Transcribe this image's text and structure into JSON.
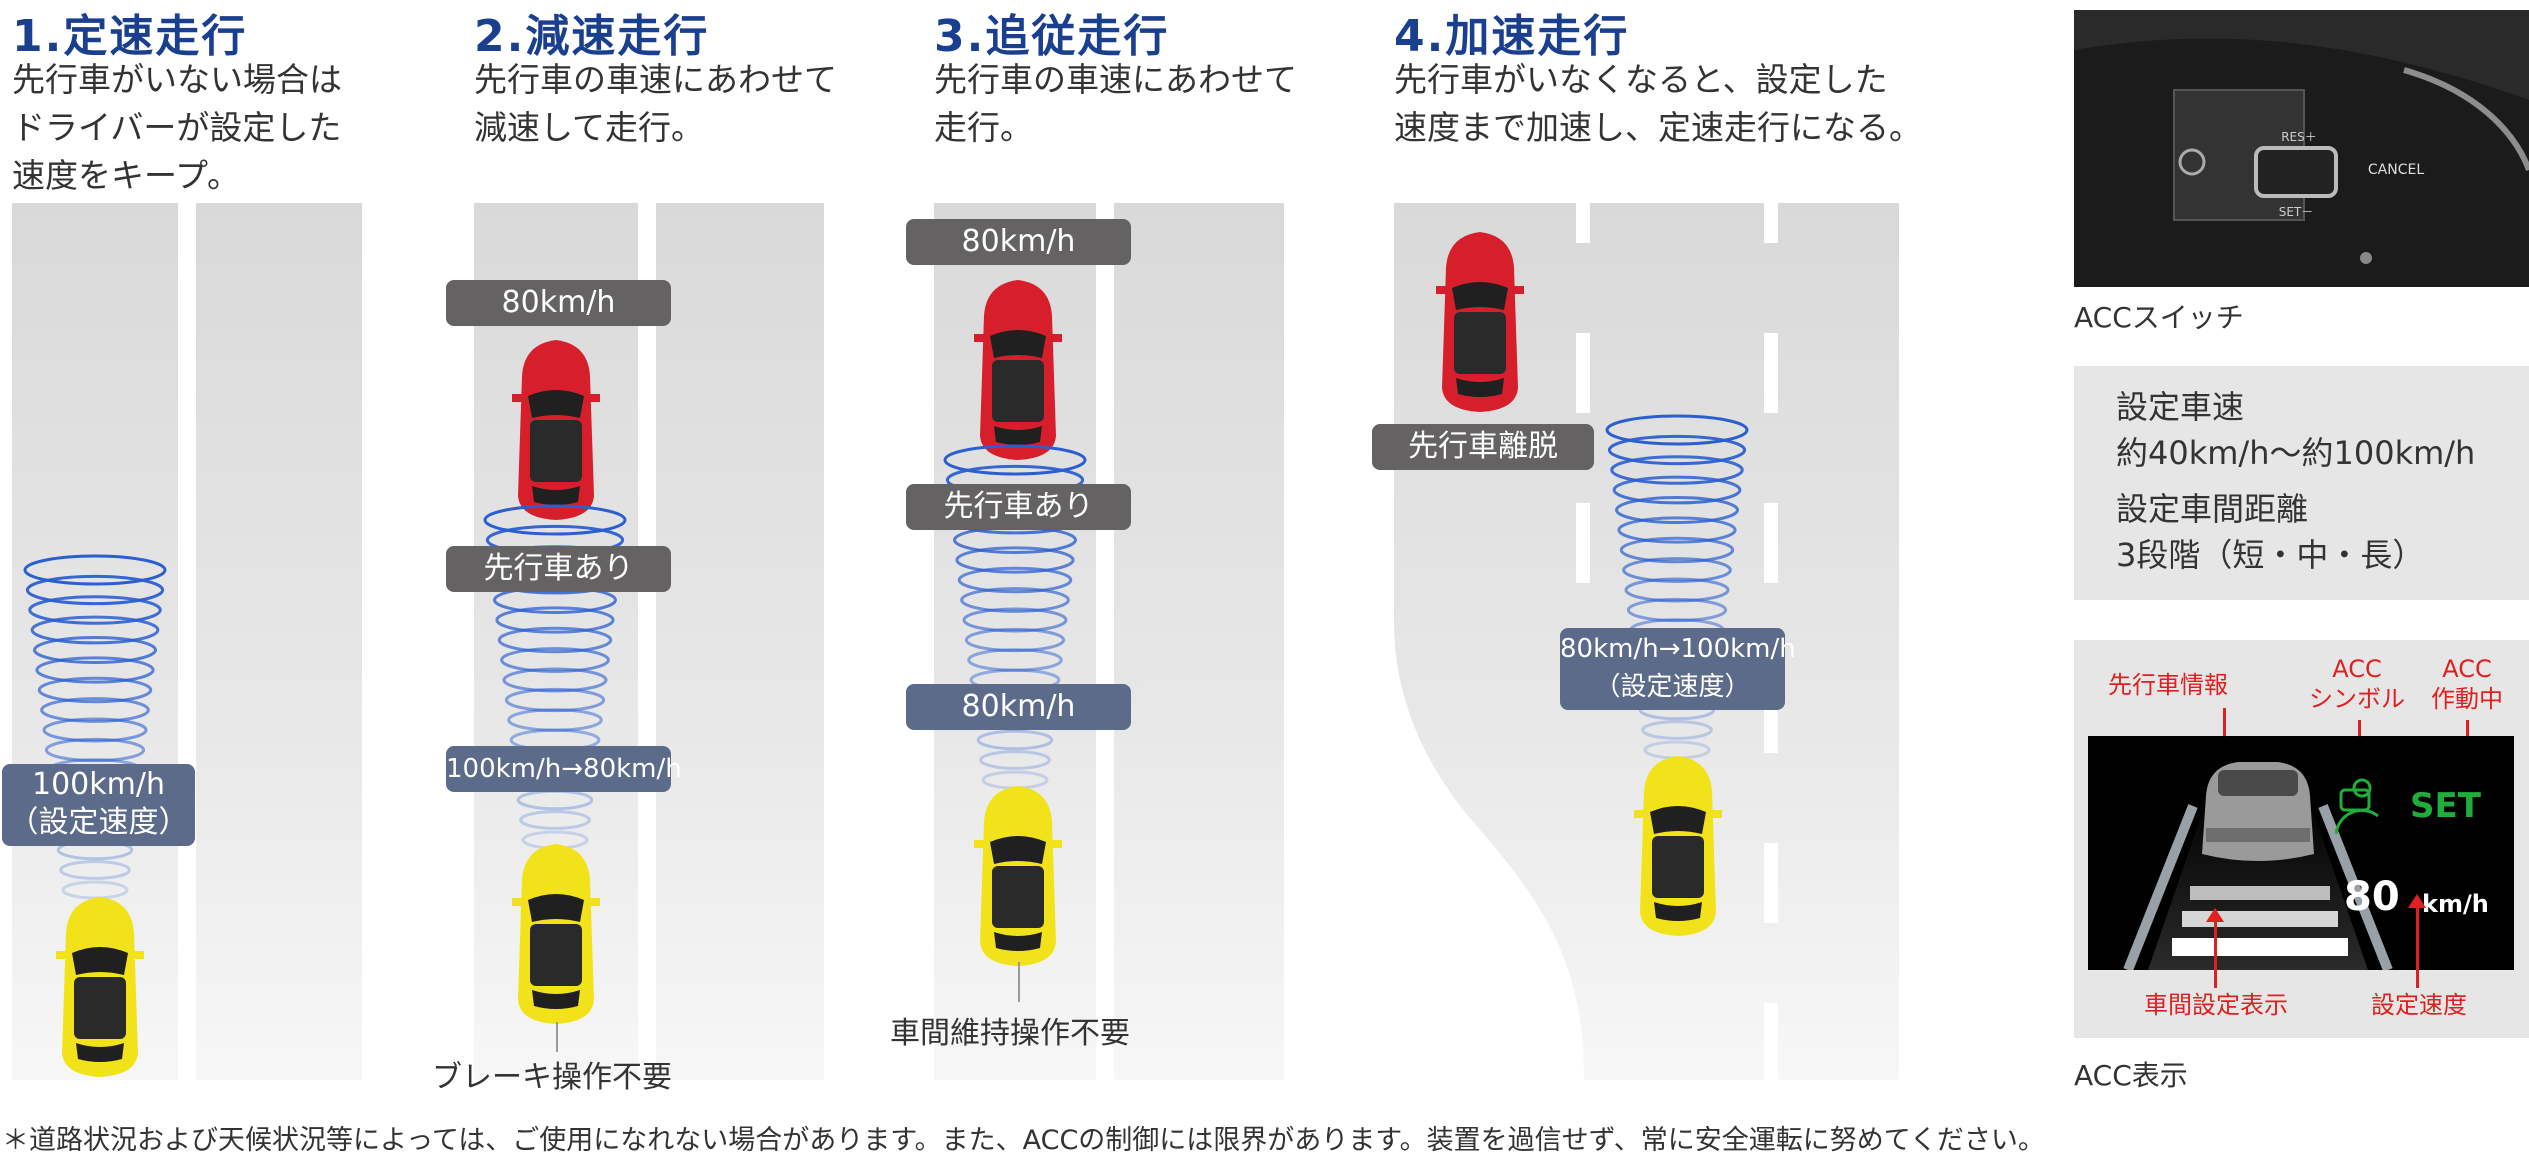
{
  "panels": [
    {
      "title": "1.定速走行",
      "desc": "先行車がいない場合は\nドライバーが設定した\n速度をキープ。"
    },
    {
      "title": "2.減速走行",
      "desc": "先行車の車速にあわせて\n減速して走行。"
    },
    {
      "title": "3.追従走行",
      "desc": "先行車の車速にあわせて\n走行。"
    },
    {
      "title": "4.加速走行",
      "desc": "先行車がいなくなると、設定した\n速度まで加速し、定速走行になる。"
    }
  ],
  "labels": {
    "p1_speed": "100km/h\n（設定速度）",
    "p2_lead_speed": "80km/h",
    "p2_lead": "先行車あり",
    "p2_decel": "100km/h→80km/h",
    "p2_note": "ブレーキ操作不要",
    "p3_lead_speed": "80km/h",
    "p3_lead": "先行車あり",
    "p3_own_speed": "80km/h",
    "p3_note": "車間維持操作不要",
    "p4_depart": "先行車離脱",
    "p4_accel": "80km/h→100km/h\n（設定速度）"
  },
  "switch": {
    "caption": "ACCスイッチ",
    "res_label": "RES＋",
    "set_label": "SET－",
    "cancel_label": "CANCEL"
  },
  "settings": {
    "speed_title": "設定車速",
    "speed_value": "約40km/h～約100km/h",
    "distance_title": "設定車間距離",
    "distance_value": "3段階（短・中・長）"
  },
  "display": {
    "caption": "ACC表示",
    "lead_info": "先行車情報",
    "acc_symbol": "ACC\nシンボル",
    "acc_active": "ACC\n作動中",
    "set_text": "SET",
    "speed_num": "80",
    "speed_unit": "km/h",
    "distance_setting": "車間設定表示",
    "set_speed": "設定速度"
  },
  "footnote": "＊道路状況および天候状況等によっては、ご使用になれない場合があります。また、ACCの制御には限界があります。装置を過信せず、常に安全運転に努めてください。",
  "colors": {
    "title": "#1b3f8f",
    "radar": "#2b5fd0",
    "lead_car": "#d61f2b",
    "own_car": "#f2e21a",
    "annotation": "#e02020",
    "set_green": "#1fae3a"
  }
}
